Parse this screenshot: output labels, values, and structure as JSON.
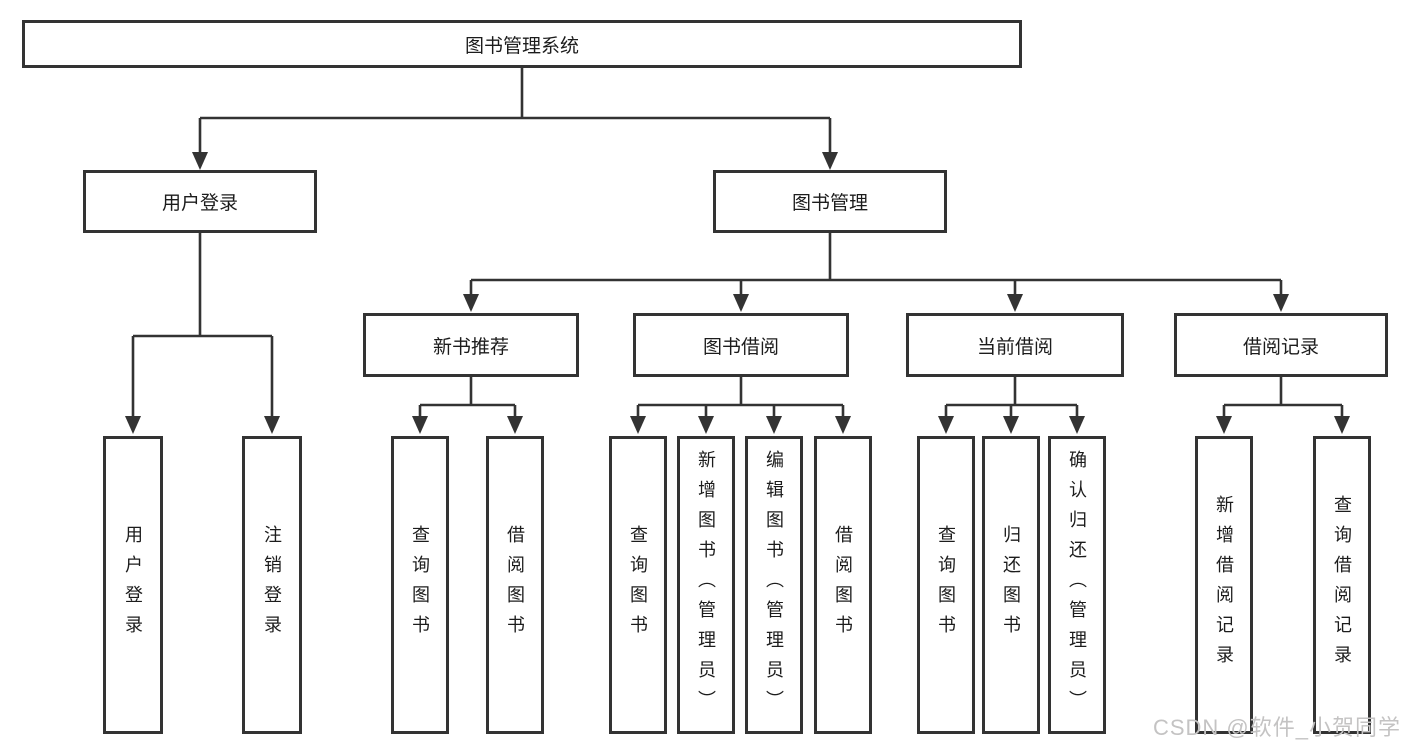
{
  "diagram": {
    "root": "图书管理系统",
    "groups": [
      {
        "label": "用户登录",
        "children": [
          "用户登录",
          "注销登录"
        ]
      },
      {
        "label": "图书管理",
        "sections": [
          {
            "label": "新书推荐",
            "children": [
              "查询图书",
              "借阅图书"
            ]
          },
          {
            "label": "图书借阅",
            "children": [
              "查询图书",
              "新增图书（管理员）",
              "编辑图书（管理员）",
              "借阅图书"
            ]
          },
          {
            "label": "当前借阅",
            "children": [
              "查询图书",
              "归还图书",
              "确认归还（管理员）"
            ]
          },
          {
            "label": "借阅记录",
            "children": [
              "新增借阅记录",
              "查询借阅记录"
            ]
          }
        ]
      }
    ]
  },
  "watermark": "CSDN @软件_小贺同学",
  "colors": {
    "line": "#333333",
    "box_border": "#333333",
    "text": "#1c1c1c",
    "watermark": "#c4c3c3",
    "background": "#ffffff"
  }
}
